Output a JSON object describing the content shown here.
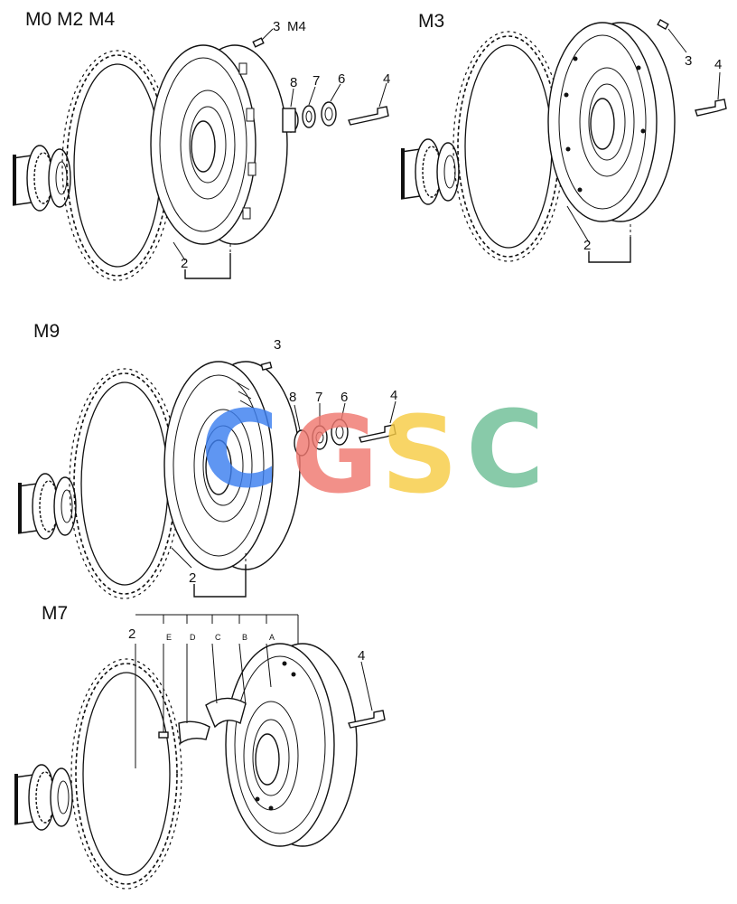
{
  "sections": {
    "top_left": "M0 M2 M4",
    "top_right": "M3",
    "middle": "M9",
    "bottom": "M7"
  },
  "callouts": {
    "tl": {
      "c2": "2",
      "c3": "3",
      "c3m": "M4",
      "c8": "8",
      "c7": "7",
      "c6": "6",
      "c4": "4"
    },
    "tr": {
      "c2": "2",
      "c3": "3",
      "c4": "4"
    },
    "mid": {
      "c2": "2",
      "c3": "3",
      "c8": "8",
      "c7": "7",
      "c6": "6",
      "c4": "4"
    },
    "bot": {
      "c2": "2",
      "cE": "E",
      "cD": "D",
      "cC": "C",
      "cB": "B",
      "cA": "A",
      "c4": "4"
    }
  },
  "watermark": {
    "letters": [
      "C",
      "G",
      "S",
      "C"
    ],
    "colors": [
      "#3d7ff0",
      "#f07870",
      "#f7cc45",
      "#6fbf97"
    ]
  }
}
